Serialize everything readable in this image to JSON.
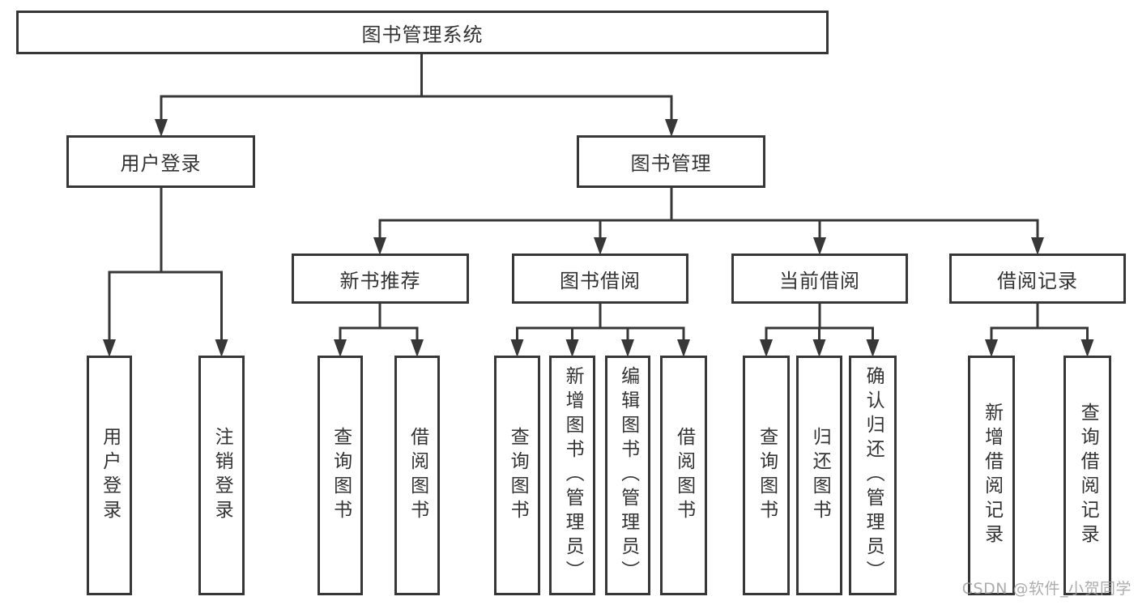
{
  "diagram": {
    "root": "图书管理系统",
    "nodes": {
      "user_login": "用户登录",
      "book_management": "图书管理",
      "new_book_recommend": "新书推荐",
      "book_borrowing": "图书借阅",
      "current_borrowing": "当前借阅",
      "borrowing_records": "借阅记录"
    },
    "leaves": {
      "login": "用户登录",
      "logout": "注销登录",
      "nb_query": "查询图书",
      "nb_borrow": "借阅图书",
      "bb_query": "查询图书",
      "bb_add": "新增图书（管理员）",
      "bb_edit": "编辑图书（管理员）",
      "bb_borrow": "借阅图书",
      "cb_query": "查询图书",
      "cb_return": "归还图书",
      "cb_confirm": "确认归还（管理员）",
      "br_add": "新增借阅记录",
      "br_query": "查询借阅记录"
    }
  },
  "watermark": "CSDN @软件_小贺同学",
  "colors": {
    "line": "#373737",
    "text": "#333333",
    "watermark": "#9e9e9e",
    "background": "#ffffff"
  }
}
